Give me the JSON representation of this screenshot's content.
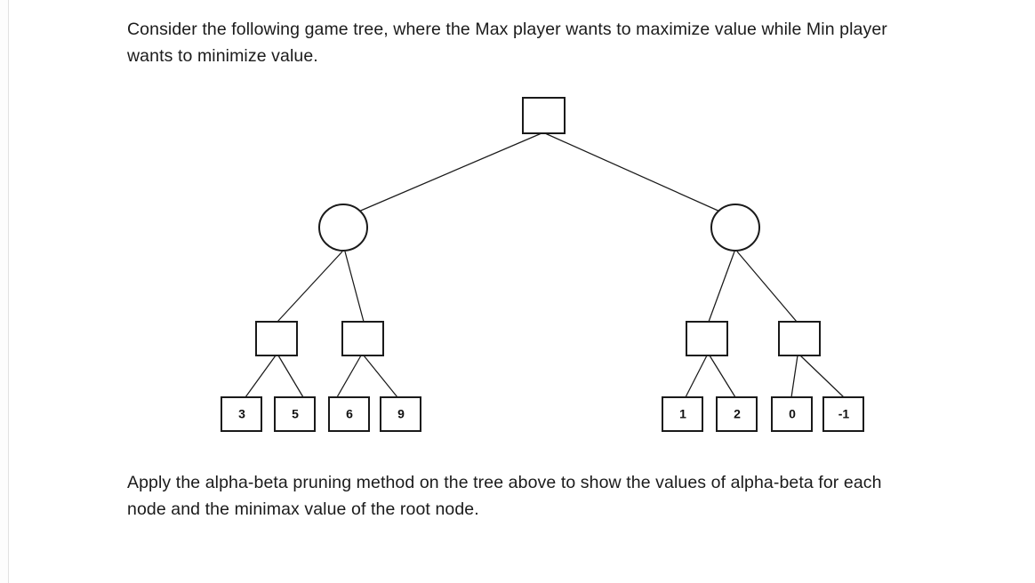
{
  "document": {
    "intro_text": "Consider the following game tree, where the Max player wants to maximize value while Min player wants to minimize value.",
    "task_text": "Apply the alpha-beta pruning method on the tree above to show the values of alpha-beta for each node and the minimax value of the root node."
  },
  "colors": {
    "page_background": "#ffffff",
    "text": "#1b1b1b",
    "stroke": "#1a1a1a",
    "node_fill": "#ffffff"
  },
  "game_tree": {
    "root": {
      "shape": "square",
      "label": "",
      "player": "Max"
    },
    "level1": [
      {
        "shape": "circle",
        "label": "",
        "player": "Min"
      },
      {
        "shape": "circle",
        "label": "",
        "player": "Min"
      }
    ],
    "level2": [
      {
        "shape": "square",
        "label": "",
        "player": "Max"
      },
      {
        "shape": "square",
        "label": "",
        "player": "Max"
      },
      {
        "shape": "square",
        "label": "",
        "player": "Max"
      },
      {
        "shape": "square",
        "label": "",
        "player": "Max"
      }
    ],
    "leaves": [
      {
        "shape": "square",
        "label": "3"
      },
      {
        "shape": "square",
        "label": "5"
      },
      {
        "shape": "square",
        "label": "6"
      },
      {
        "shape": "square",
        "label": "9"
      },
      {
        "shape": "square",
        "label": "1"
      },
      {
        "shape": "square",
        "label": "2"
      },
      {
        "shape": "square",
        "label": "0"
      },
      {
        "shape": "square",
        "label": "-1"
      }
    ],
    "leaf_values": [
      3,
      5,
      6,
      9,
      1,
      2,
      0,
      -1
    ]
  }
}
